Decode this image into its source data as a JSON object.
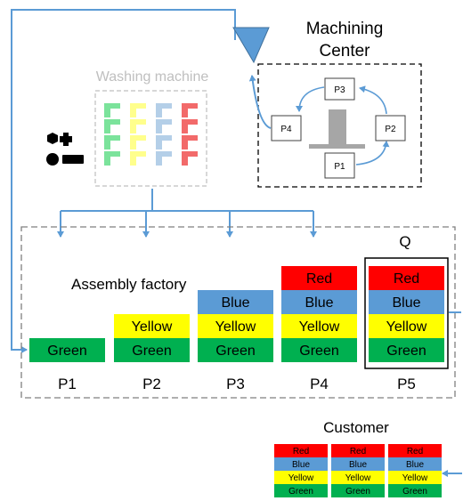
{
  "machining_center": {
    "title_line1": "Machining",
    "title_line2": "Center",
    "stations": [
      "P3",
      "P2",
      "P1",
      "P4"
    ]
  },
  "washing_machine": {
    "label": "Washing machine"
  },
  "assembly": {
    "label": "Assembly factory",
    "queue_label": "Q",
    "stations": [
      {
        "name": "P1",
        "layers": [
          "Green"
        ]
      },
      {
        "name": "P2",
        "layers": [
          "Yellow",
          "Green"
        ]
      },
      {
        "name": "P3",
        "layers": [
          "Blue",
          "Yellow",
          "Green"
        ]
      },
      {
        "name": "P4",
        "layers": [
          "Red",
          "Blue",
          "Yellow",
          "Green"
        ]
      },
      {
        "name": "P5",
        "layers": [
          "Red",
          "Blue",
          "Yellow",
          "Green"
        ]
      }
    ]
  },
  "customer": {
    "label": "Customer",
    "products": [
      [
        "Red",
        "Blue",
        "Yellow",
        "Green"
      ],
      [
        "Red",
        "Blue",
        "Yellow",
        "Green"
      ],
      [
        "Red",
        "Blue",
        "Yellow",
        "Green"
      ]
    ]
  },
  "colors": {
    "red": "#ff0000",
    "blue": "#5b9bd5",
    "yellow": "#ffff00",
    "green": "#00b050",
    "arrow": "#5b9bd5",
    "dashed": "#7f7f7f",
    "wash_green": "#7be39b",
    "wash_yellow": "#ffff8c",
    "wash_blue": "#b4cfe8",
    "wash_red": "#f26a6a",
    "wash_label": "#bfbfbf"
  }
}
